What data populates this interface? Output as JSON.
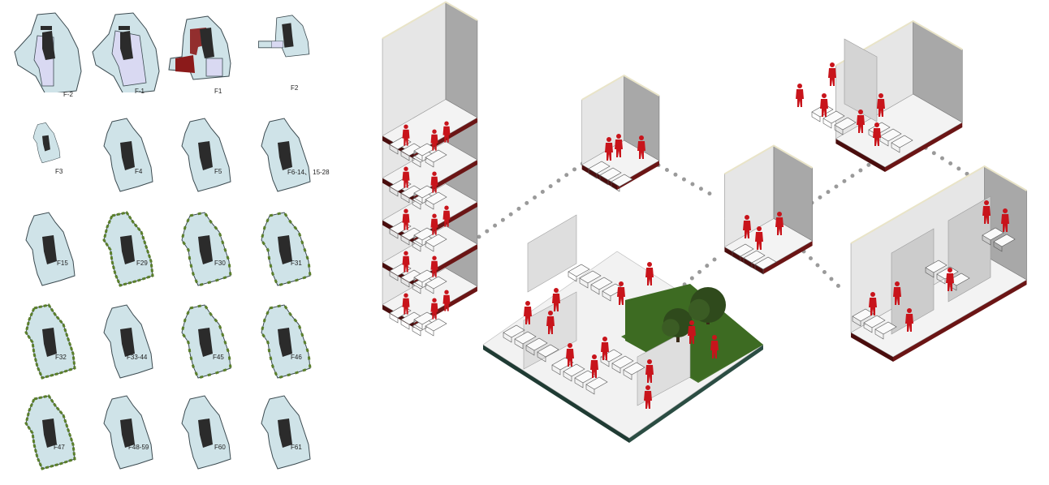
{
  "floor_plans": [
    {
      "label": "F-2",
      "variant": "lower"
    },
    {
      "label": "F-1",
      "variant": "lower2"
    },
    {
      "label": "F1",
      "variant": "ground"
    },
    {
      "label": "F2",
      "variant": "podium"
    },
    {
      "label": "F3",
      "variant": "small"
    },
    {
      "label": "F4",
      "variant": "plain"
    },
    {
      "label": "F5",
      "variant": "plain"
    },
    {
      "label": "F6-14、 15-28",
      "variant": "plain"
    },
    {
      "label": "F15",
      "variant": "plain"
    },
    {
      "label": "F29",
      "variant": "green"
    },
    {
      "label": "F30",
      "variant": "green-partial"
    },
    {
      "label": "F31",
      "variant": "green-partial"
    },
    {
      "label": "F32",
      "variant": "green"
    },
    {
      "label": "F33-44",
      "variant": "plain"
    },
    {
      "label": "F45",
      "variant": "green-partial"
    },
    {
      "label": "F46",
      "variant": "green-partial"
    },
    {
      "label": "F47",
      "variant": "green"
    },
    {
      "label": "F48-59",
      "variant": "plain"
    },
    {
      "label": "F60",
      "variant": "plain"
    },
    {
      "label": "F61",
      "variant": "plain"
    }
  ],
  "colors": {
    "plate": "#cfe3e8",
    "plate_stroke": "#3b4a50",
    "core": "#2b2b2b",
    "lavender": "#d9d9f2",
    "maroon": "#8b1a1a",
    "green_edge": "#5a7f2a",
    "figure_red": "#c8141b",
    "room_floor_edge": "#4a0d0d",
    "room_floor_top": "#f3f3f3",
    "wall_light": "#e6e6e6",
    "wall_dark": "#a8a8a8",
    "garden": "#3d6b22",
    "tree": "#2f4a1c",
    "ground_edge": "#1f3b33",
    "link_dots": "#9a9a9a"
  },
  "icons": [
    "floor-plan-icon",
    "office-module-icon",
    "person-figure-icon",
    "tree-icon"
  ]
}
